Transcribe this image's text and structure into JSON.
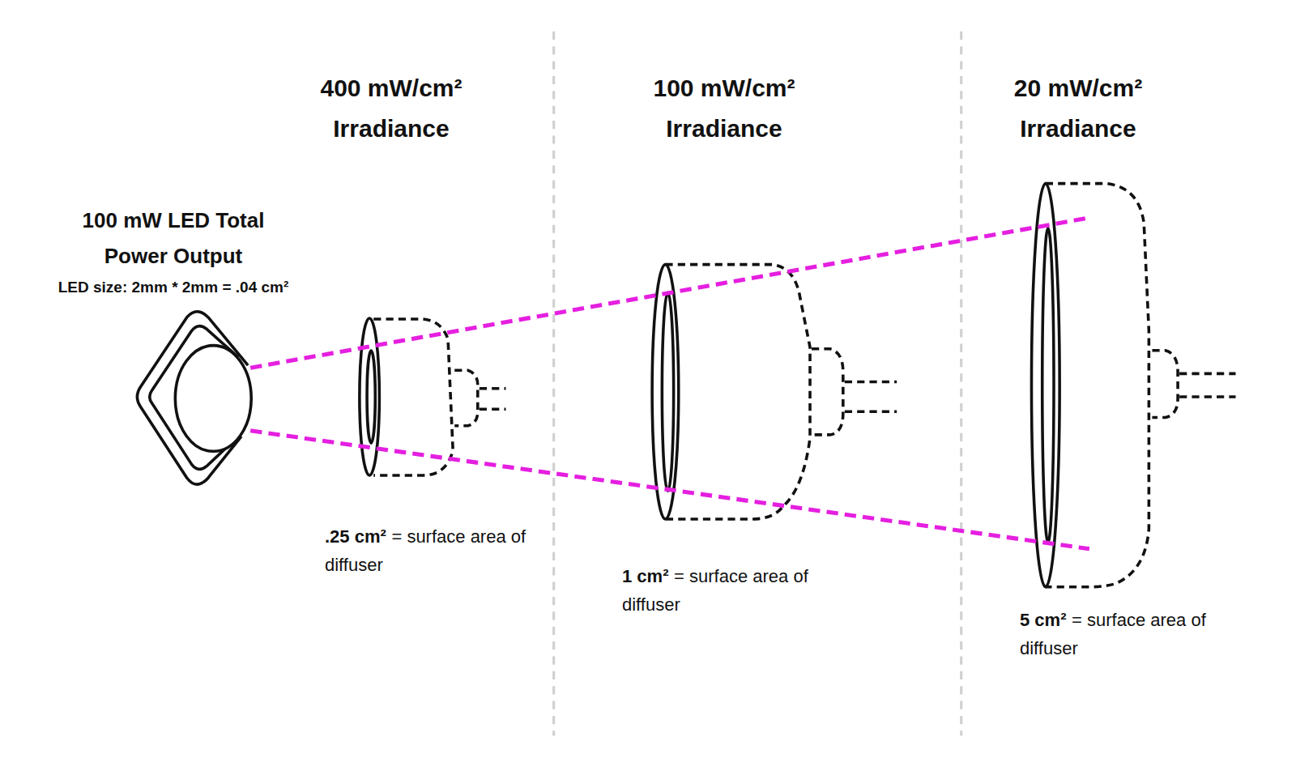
{
  "diagram": {
    "labels": [
      "400 mW/cm² Irradiance",
      "100 mW/cm² Irradiance",
      "20 mW/cm² Irradiance",
      "100 mW LED Total Power Output",
      "LED size: 2mm * 2mm = .04 cm²",
      ".25 cm²",
      "= surface area of diffuser",
      "1 cm²",
      "= surface area of diffuser",
      "5 cm²",
      "= surface area of diffuser"
    ]
  }
}
